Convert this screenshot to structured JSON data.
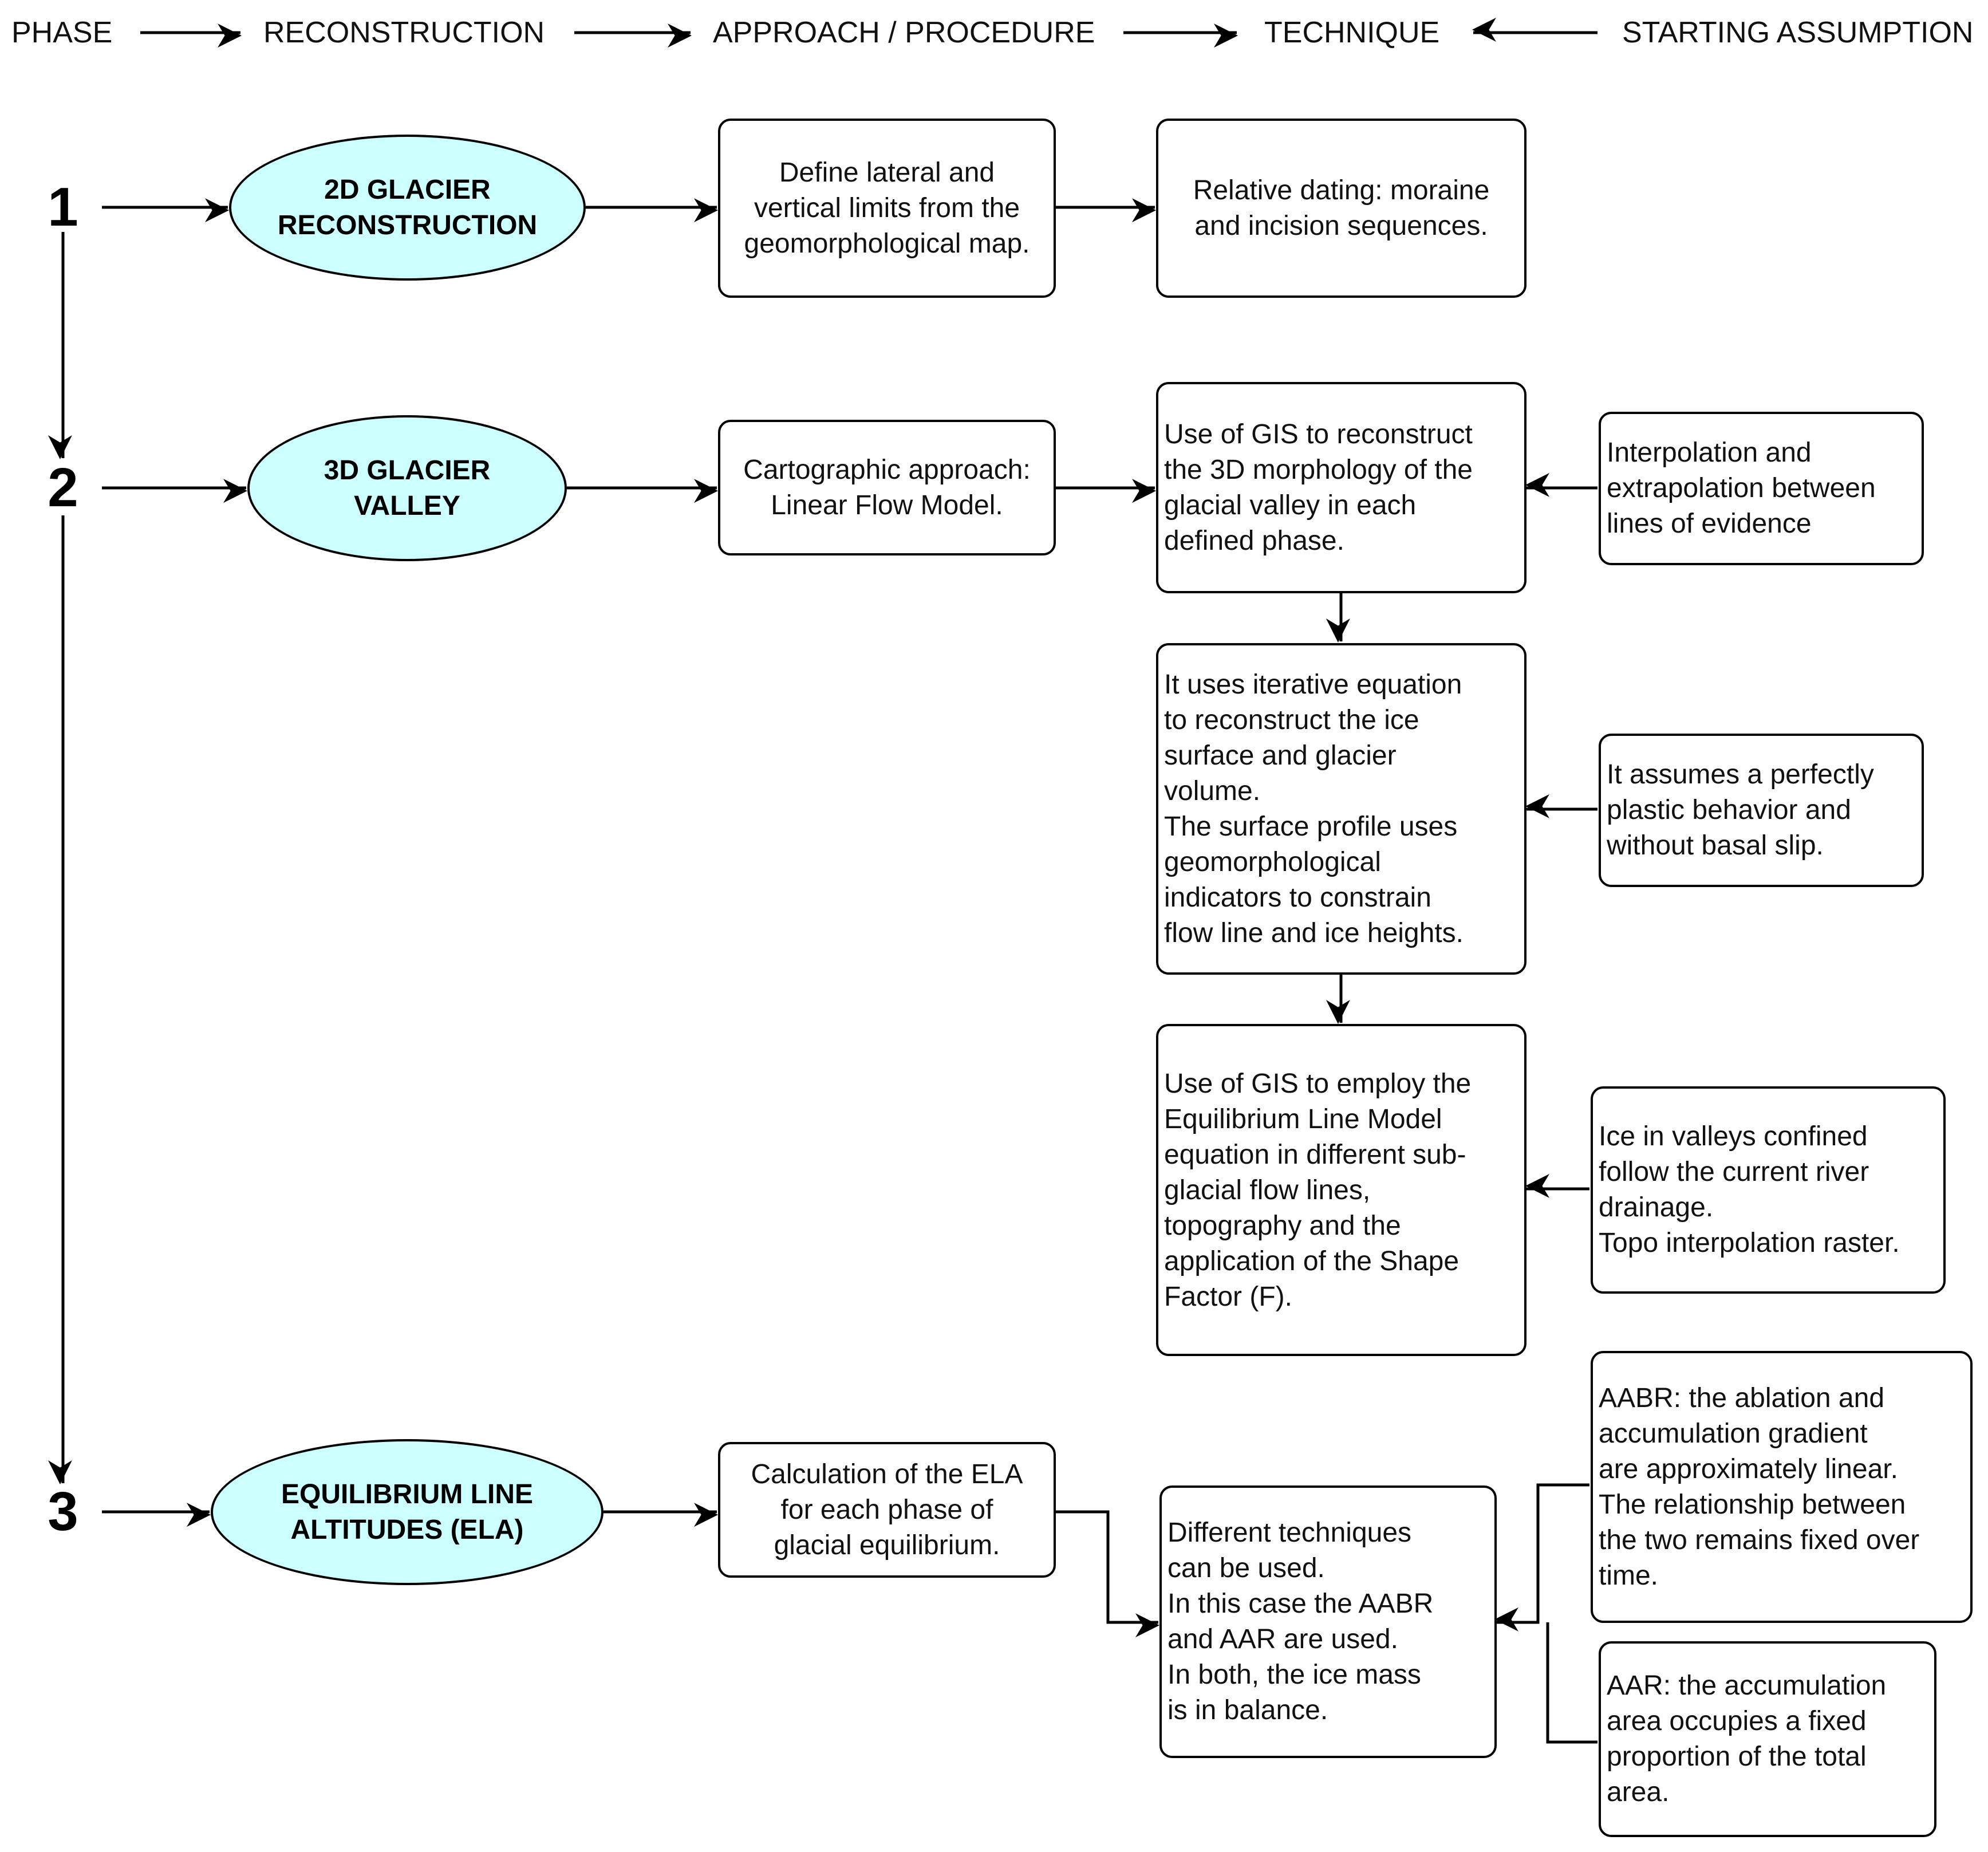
{
  "header": {
    "phase": "PHASE",
    "reconstruction": "RECONSTRUCTION",
    "approach": "APPROACH / PROCEDURE",
    "technique": "TECHNIQUE",
    "assumption": "STARTING ASSUMPTION"
  },
  "phases": [
    "1",
    "2",
    "3"
  ],
  "reconstruction": {
    "p1": "2D GLACIER\nRECONSTRUCTION",
    "p2": "3D GLACIER\nVALLEY",
    "p3": "EQUILIBRIUM LINE\nALTITUDES (ELA)"
  },
  "approach": {
    "p1": "Define lateral and\nvertical limits from the\ngeomorphological map.",
    "p2": "Cartographic approach:\nLinear Flow Model.",
    "p3": "Calculation of the ELA\nfor each phase of\nglacial equilibrium."
  },
  "technique": {
    "t1": "Relative dating: moraine\nand incision sequences.",
    "t2": "Use of GIS to reconstruct\nthe 3D morphology of the\nglacial valley in each\ndefined phase.",
    "t3": "It uses iterative equation\nto reconstruct the ice\nsurface and glacier\nvolume.\nThe surface profile uses\ngeomorphological\nindicators to constrain\nflow line and ice heights.",
    "t4": "Use of GIS to employ the\nEquilibrium Line Model\nequation in different sub-\nglacial flow lines,\ntopography and the\napplication of the Shape\nFactor (F).",
    "t5": "Different techniques\ncan be used.\nIn this case the AABR\nand AAR are used.\nIn both, the ice mass\nis in balance."
  },
  "assumption": {
    "a1": "Interpolation and\nextrapolation between\nlines of evidence",
    "a2": "It assumes a perfectly\nplastic behavior and\nwithout basal slip.",
    "a3": "Ice in valleys confined\nfollow the current river\ndrainage.\nTopo interpolation raster.",
    "a4": "AABR: the ablation and\naccumulation gradient\nare approximately linear.\nThe relationship between\nthe two remains fixed over\ntime.",
    "a5": "AAR: the accumulation\narea occupies a fixed\nproportion of the total\narea."
  },
  "colors": {
    "ellipse_fill": "#ccffff",
    "stroke": "#000000",
    "text": "#111111"
  }
}
